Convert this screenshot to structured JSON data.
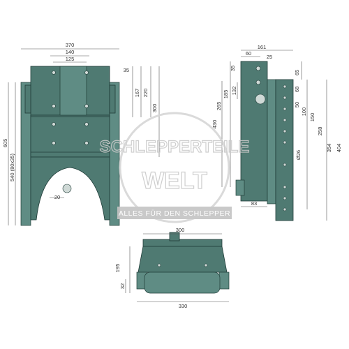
{
  "front_view": {
    "dims": [
      "370",
      "140",
      "125",
      "35",
      "167",
      "220",
      "300",
      "605",
      "540 (80x35)",
      "20"
    ]
  },
  "side_view": {
    "dims": [
      "161",
      "60",
      "25",
      "35",
      "65",
      "68",
      "50",
      "100",
      "150",
      "258",
      "354",
      "404",
      "265",
      "185",
      "132",
      "430",
      "Ø26",
      "83"
    ]
  },
  "top_view": {
    "dims": [
      "300",
      "195",
      "32",
      "330"
    ]
  },
  "watermark": {
    "line1": "SCHLEPPERTEILE",
    "line2": "WELT",
    "band": "ALLES FÜR DEN SCHLEPPER"
  }
}
